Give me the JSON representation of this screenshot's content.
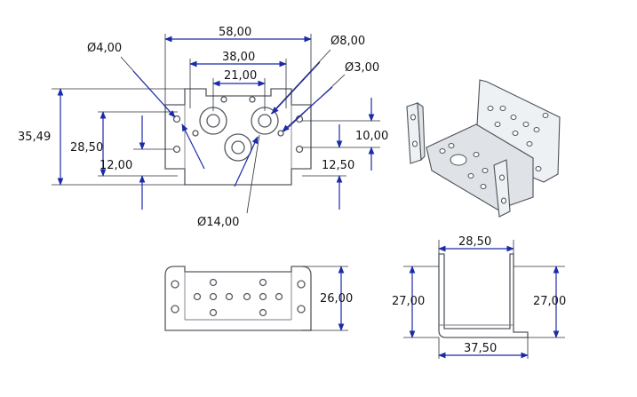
{
  "dimensions": {
    "width_58": "58,00",
    "width_38": "38,00",
    "width_21": "21,00",
    "dia_4": "Ø4,00",
    "dia_8": "Ø8,00",
    "dia_3": "Ø3,00",
    "height_35_49": "35,49",
    "height_28_50_top": "28,50",
    "offset_12": "12,00",
    "height_10": "10,00",
    "offset_12_50": "12,50",
    "dia_14": "Ø14,00",
    "height_26": "26,00",
    "width_28_50": "28,50",
    "height_27_left": "27,00",
    "height_27_right": "27,00",
    "width_37_50": "37,50"
  },
  "colors": {
    "dimension_line": "#1a2aa8",
    "part_line": "#555a60",
    "text": "#111318"
  }
}
